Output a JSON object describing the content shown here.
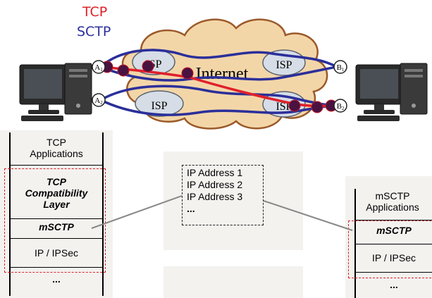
{
  "legend": {
    "tcp": "TCP",
    "sctp": "SCTP",
    "tcp_color": "#e0202a",
    "sctp_color": "#2b2f9a"
  },
  "network": {
    "cloud_label": "Internet",
    "isp_label": "ISP",
    "endpoints": {
      "a1": "A1",
      "a2": "A2",
      "b1": "B1",
      "b2": "B2"
    }
  },
  "left_stack": {
    "apps": "TCP Applications",
    "compat": "TCP Compatibility Layer",
    "msctp": "mSCTP",
    "ip": "IP / IPSec",
    "more": "..."
  },
  "addresses": {
    "items": [
      "IP Address 1",
      "IP Address 2",
      "IP Address 3",
      "..."
    ]
  },
  "right_stack": {
    "apps": "mSCTP Applications",
    "msctp": "mSCTP",
    "ip": "IP / IPSec",
    "more": "..."
  }
}
